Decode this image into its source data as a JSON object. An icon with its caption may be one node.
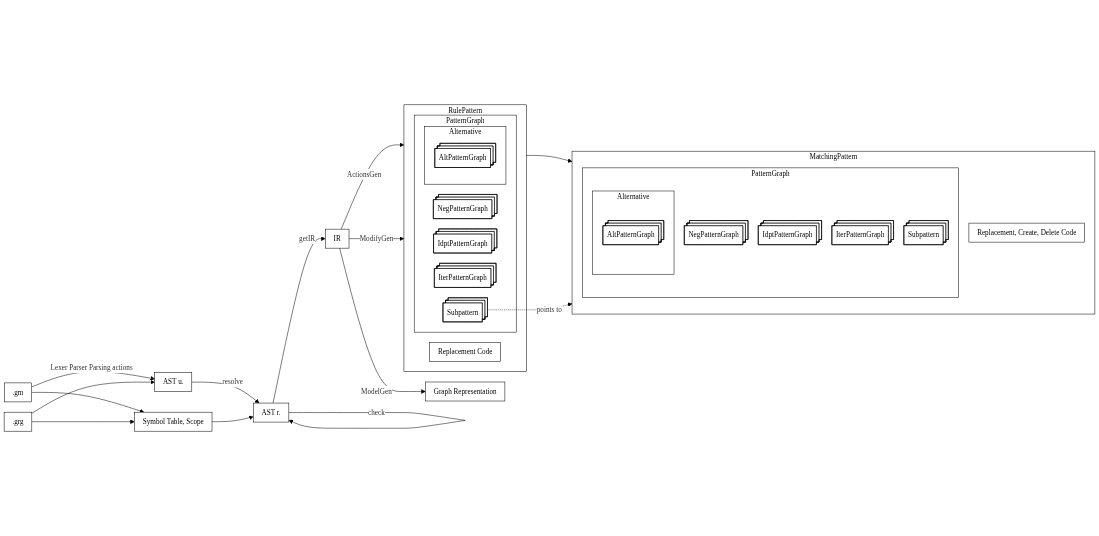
{
  "diagram": {
    "nodes": [
      {
        "text": [
          ".gm"
        ]
      },
      {
        "text": [
          ".grg"
        ]
      },
      {
        "text": [
          "AST u."
        ]
      },
      {
        "text": [
          "AST r."
        ]
      },
      {
        "text": [
          "Symbol Table, Scope"
        ]
      },
      {
        "text": [
          "IR"
        ]
      },
      {
        "text": [
          "Graph Representation"
        ]
      },
      {
        "text": [
          "RulePattern"
        ]
      },
      {
        "text": [
          "PatternGraph"
        ],
        "in": 7
      },
      {
        "text": [
          "NegPatternGraph"
        ],
        "in": 8
      },
      {
        "text": [
          "IdptPatternGraph"
        ],
        "in": 8
      },
      {
        "text": [
          "Alternative"
        ],
        "in": 8
      },
      {
        "text": [
          "AltPatternGraph"
        ],
        "in": 11
      },
      {
        "text": [
          "IterPatternGraph"
        ],
        "in": 8
      },
      {
        "text": [
          "Subpattern"
        ],
        "in": 8
      },
      {
        "text": [
          "Replacement Code"
        ],
        "in": 7
      },
      {
        "text": [
          "MatchingPattern"
        ]
      },
      {
        "text": [
          "PatternGraph"
        ],
        "in": 16
      },
      {
        "text": [
          "NegPatternGraph"
        ],
        "in": 17
      },
      {
        "text": [
          "IdptPatternGraph"
        ],
        "in": 17
      },
      {
        "text": [
          "Alternative"
        ],
        "in": 17
      },
      {
        "text": [
          "AltPatternGraph"
        ],
        "in": 20
      },
      {
        "text": [
          "IterPatternGraph"
        ],
        "in": 17
      },
      {
        "text": [
          "Subpattern"
        ],
        "in": 17
      },
      {
        "text": [
          "Replacement, Create, Delete Code"
        ],
        "in": 16
      }
    ],
    "edges": [
      {
        "from": 0,
        "to": 2,
        "arrow": "to",
        "label": "Lexer Parser Parsing actions"
      },
      {
        "from": 1,
        "to": 2,
        "arrow": "to"
      },
      {
        "from": 0,
        "to": 4,
        "arrow": "to"
      },
      {
        "from": 1,
        "to": 4,
        "arrow": "to"
      },
      {
        "from": 3,
        "to": 5,
        "arrow": "to",
        "label": "getIR"
      },
      {
        "from": 5,
        "to": 6,
        "arrow": "to",
        "label": "ModelGen"
      },
      {
        "from": 5,
        "to": 7,
        "arrow": "to",
        "label": "ActionsGen"
      },
      {
        "from": 5,
        "to": 7,
        "arrow": "to",
        "label": "ModifyGen"
      },
      {
        "from": 7,
        "to": 16,
        "arrow": "to"
      },
      {
        "from": 14,
        "to": 16,
        "arrow": "to",
        "label": "points to",
        "style": "dashed"
      },
      {
        "from": 3,
        "to": 3,
        "arrow": "to",
        "label": "check"
      },
      {
        "from": 2,
        "to": 3,
        "arrow": "to",
        "label": "resolve"
      },
      {
        "from": 4,
        "to": 3,
        "arrow": "to"
      }
    ]
  }
}
